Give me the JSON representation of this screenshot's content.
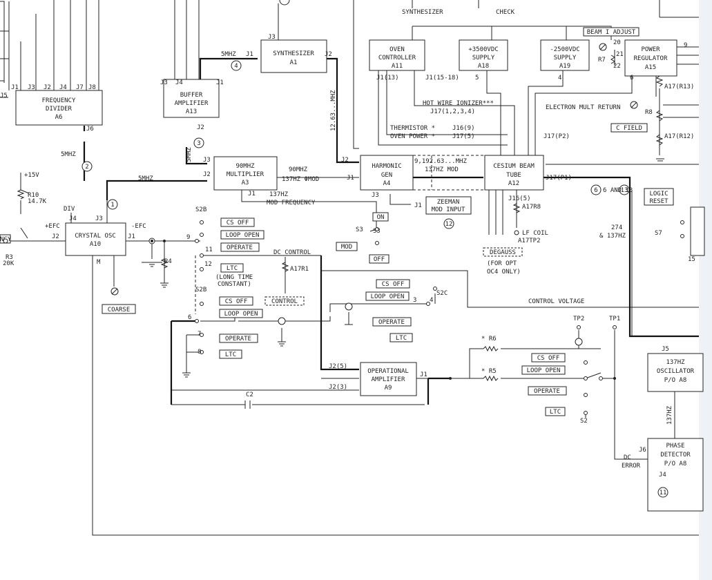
{
  "blocks": {
    "freq_div": [
      "FREQUENCY",
      "DIVIDER",
      "A6"
    ],
    "buffer": [
      "BUFFER",
      "AMPLIFIER",
      "A13"
    ],
    "synth": [
      "SYNTHESIZER",
      "A1"
    ],
    "mult": [
      "90MHZ",
      "MULTIPLIER",
      "A3"
    ],
    "harm": [
      "HARMONIC",
      "GEN",
      "A4"
    ],
    "oven": [
      "OVEN",
      "CONTROLLER",
      "A11"
    ],
    "s3500": [
      "+3500VDC",
      "SUPPLY",
      "A18"
    ],
    "s2500": [
      "-2500VDC",
      "SUPPLY",
      "A19"
    ],
    "preg": [
      "POWER",
      "REGULATOR",
      "A15"
    ],
    "cbt": [
      "CESIUM BEAM",
      "TUBE",
      "A12"
    ],
    "xtal": [
      "CRYSTAL OSC",
      "A10"
    ],
    "opamp": [
      "OPERATIONAL",
      "AMPLIFIER",
      "A9"
    ],
    "osc137": [
      "137HZ",
      "OSCILLATOR",
      "P/O A8"
    ],
    "phdet": [
      "PHASE",
      "DETECTOR",
      "P/O A8"
    ]
  },
  "labels": {
    "synthesizer": "SYNTHESIZER",
    "check": "CHECK",
    "beam_adj": "BEAM I ADJUST",
    "fivemhz": "5MHZ",
    "j1": "J1",
    "j2": "J2",
    "j3": "J3",
    "j4": "J4",
    "j5": "J5",
    "j6": "J6",
    "j7": "J7",
    "j8": "J8",
    "j1_13": "J1(13)",
    "j1_15_18": "J1(15-18)",
    "n5": "5",
    "n4": "4",
    "n6": "6",
    "n9": "9",
    "n20": "20",
    "n21": "21",
    "n22": "22",
    "r7": "R7",
    "a17r13": "A17(R13)",
    "a17r12": "A17(R12)",
    "r8": "R8",
    "hot_wire": "HOT WIRE IONIZER***",
    "j17_1234": "J17(1,2,3,4)",
    "electron_mult": "ELECTRON MULT RETURN",
    "c_field": "C FIELD",
    "thermistor": "THERMISTOR *",
    "oven_power": "OVEN POWER *",
    "j16_9": "J16(9)",
    "j17_5": "J17(5)",
    "j17_p2": "J17(P2)",
    "mhz1263": "12.63...MHZ",
    "mhz9192": "9,192.63...MHZ",
    "mod137": "137HZ MOD",
    "j17_p1": "J17(P1)",
    "and6_13": "6 AND 13",
    "logic_reset": [
      "LOGIC",
      "RESET"
    ],
    "s7": "S7",
    "n15": "15",
    "plus15v": "+15V",
    "r10": [
      "R10",
      "14.7K"
    ],
    "r3": [
      "R3",
      "20K"
    ],
    "ncy": "NCY",
    "div": "DIV",
    "efc_plus": "+EFC",
    "efc_minus": "-EFC",
    "m": "M",
    "coarse": "COARSE",
    "mhz90": "90MHZ",
    "phimod": "137HZ ΦMOD",
    "hz137": "137HZ",
    "mod_freq": "MOD FREQUENCY",
    "zeeman": [
      "ZEEMAN",
      "MOD INPUT"
    ],
    "on": "ON",
    "off": "OFF",
    "mod": "MOD",
    "s3": "S3",
    "j16_5": "J16(5)",
    "a17r8": "A17R8",
    "lf_coil": "LF COIL",
    "a17tp2": "A17TP2",
    "degauss": "DEGAUSS",
    "for_opt": [
      "(FOR OPT",
      "OC4 ONLY)"
    ],
    "n274": [
      "274",
      "& 137HZ"
    ],
    "s2b": "S2B",
    "cs_off": "CS OFF",
    "loop_open": "LOOP OPEN",
    "operate": "OPERATE",
    "ltc": "LTC",
    "ltc_long": [
      "(LONG TIME",
      "CONSTANT)"
    ],
    "dc_control": "DC CONTROL",
    "a17r1": "A17R1",
    "control": "CONTROL",
    "r4": "R4",
    "s2c": "S2C",
    "control_voltage": "CONTROL VOLTAGE",
    "tp2": "TP2",
    "tp1": "TP1",
    "r6": "* R6",
    "r5": "* R5",
    "s2": "S2",
    "j2_5": "J2(5)",
    "j2_3": "J2(3)",
    "c2": "C2",
    "hz137v": "137HZ",
    "dc_error": [
      "DC",
      "ERROR"
    ],
    "j3_hm": "J3",
    "p9": "9",
    "p11": "11",
    "p12": "12",
    "p6": "6",
    "p7": "7",
    "p8": "8",
    "p3": "3",
    "p4": "4",
    "c1": "1",
    "c2n": "2",
    "c3": "3",
    "c4": "4",
    "c6": "6",
    "c11": "11",
    "c12": "12",
    "c13": "13"
  }
}
